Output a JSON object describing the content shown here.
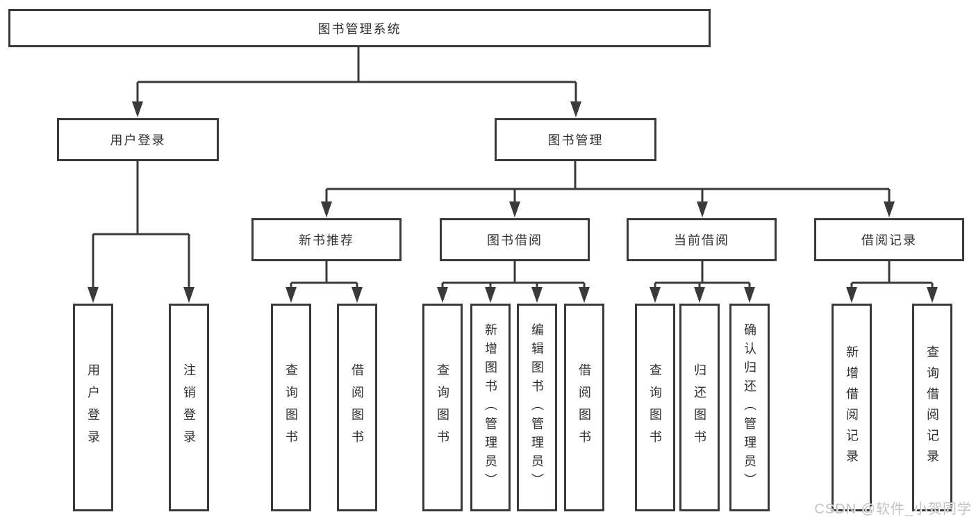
{
  "diagram": {
    "root": {
      "label": "图书管理系统"
    },
    "branches": [
      {
        "label": "用户登录",
        "children": [
          {
            "label": "用户登录"
          },
          {
            "label": "注销登录"
          }
        ]
      },
      {
        "label": "图书管理",
        "children": [
          {
            "label": "新书推荐",
            "children": [
              {
                "label": "查询图书"
              },
              {
                "label": "借阅图书"
              }
            ]
          },
          {
            "label": "图书借阅",
            "children": [
              {
                "label": "查询图书"
              },
              {
                "label": "新增图书（管理员）"
              },
              {
                "label": "编辑图书（管理员）"
              },
              {
                "label": "借阅图书"
              }
            ]
          },
          {
            "label": "当前借阅",
            "children": [
              {
                "label": "查询图书"
              },
              {
                "label": "归还图书"
              },
              {
                "label": "确认归还（管理员）"
              }
            ]
          },
          {
            "label": "借阅记录",
            "children": [
              {
                "label": "新增借阅记录"
              },
              {
                "label": "查询借阅记录"
              }
            ]
          }
        ]
      }
    ]
  },
  "watermark": {
    "text": "CSDN @软件_小贺同学"
  },
  "colors": {
    "line": "#3a3a3c",
    "text": "#2f3033",
    "background": "#ffffff",
    "watermark": "#c2c2c2"
  }
}
